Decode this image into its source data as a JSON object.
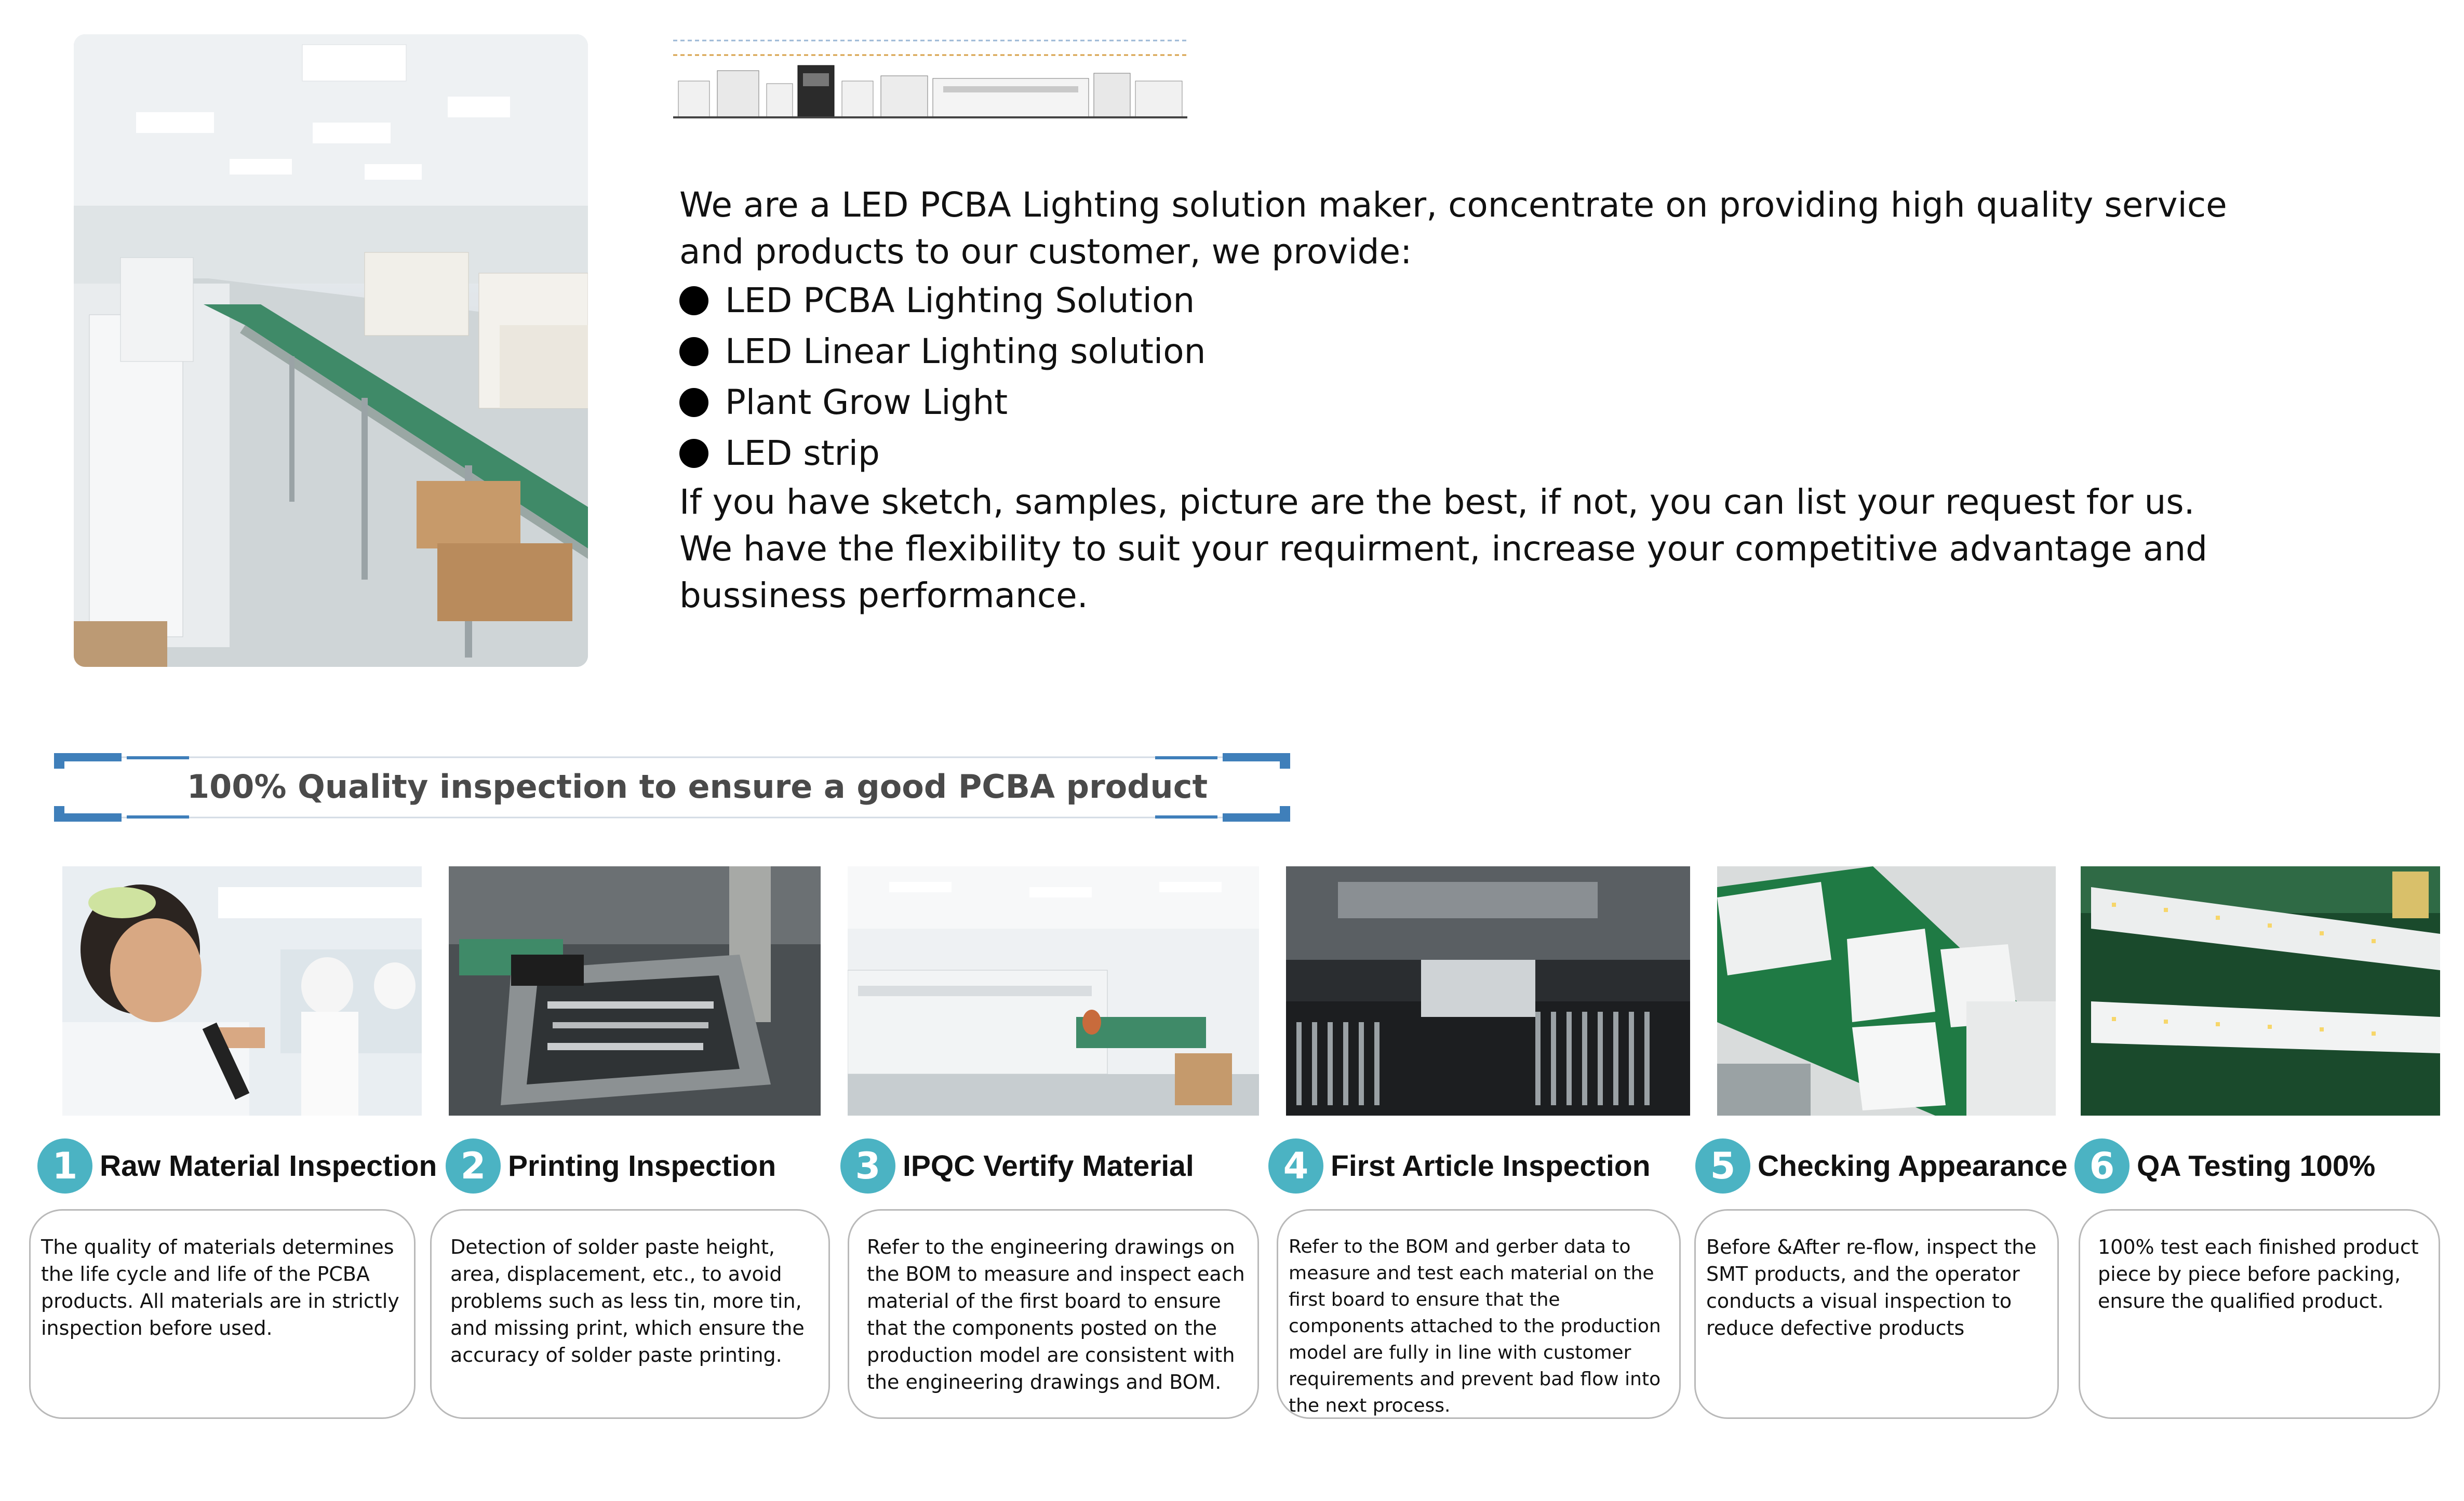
{
  "intro": {
    "line1": "We are a LED PCBA Lighting solution maker, concentrate on providing high quality service",
    "line2": "and products to our customer, we provide:",
    "bullets": [
      "LED PCBA Lighting Solution",
      "LED Linear Lighting solution",
      "Plant Grow Light",
      "LED strip"
    ],
    "line3": "If you have sketch, samples, picture are the best, if not, you can list your request for us.",
    "line4": "We have the flexibility to suit your requirment, increase your competitive advantage and",
    "line5": "bussiness performance."
  },
  "banner": {
    "title": "100% Quality inspection to ensure a good PCBA product"
  },
  "colors": {
    "badge": "#4bb3c3",
    "banner_blue": "#3f7fba",
    "box_border": "#b9b9b9"
  },
  "steps": [
    {
      "number": "1",
      "title": "Raw Material Inspection",
      "description": "The quality of materials determines the life cycle and  life of the PCBA products. All materials are in strictly inspection before used."
    },
    {
      "number": "2",
      "title": "Printing Inspection",
      "description": "Detection of solder paste height, area, displacement, etc., to avoid problems such as less tin, more tin, and missing print, which ensure the accuracy of solder paste printing."
    },
    {
      "number": "3",
      "title": "IPQC Vertify Material",
      "description": "Refer to the engineering drawings on the BOM to measure and inspect each material of the first board to ensure that the components posted on the production model are consistent with the engineering drawings and BOM."
    },
    {
      "number": "4",
      "title": "First Article Inspection",
      "description": "Refer to the BOM and gerber data to measure and test each material on the first board to ensure that the components attached to the production model are fully in line with customer requirements and prevent bad flow into the next process."
    },
    {
      "number": "5",
      "title": "Checking Appearance",
      "description": "Before &After re-flow, inspect the SMT products, and the operator conducts a visual inspection to reduce defective products"
    },
    {
      "number": "6",
      "title": "QA Testing 100%",
      "description": "100% test each finished product piece by piece before packing, ensure the qualified product."
    }
  ]
}
